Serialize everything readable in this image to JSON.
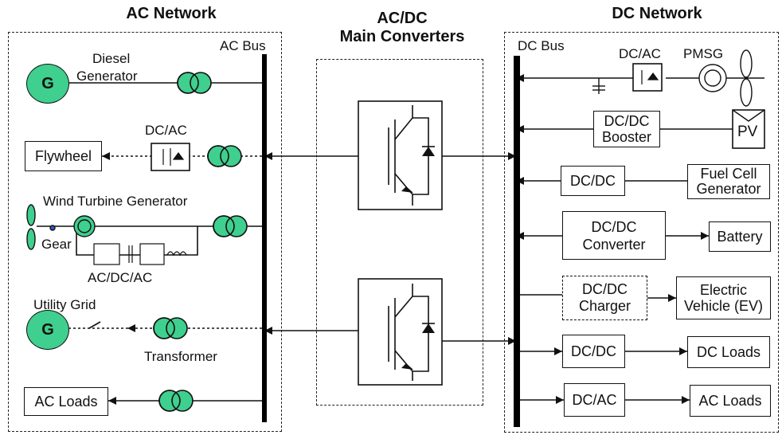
{
  "headers": {
    "ac_network": "AC Network",
    "converters_line1": "AC/DC",
    "converters_line2": "Main Converters",
    "dc_network": "DC Network"
  },
  "ac": {
    "bus_label": "AC Bus",
    "diesel_line1": "Diesel",
    "diesel_line2": "Generator",
    "gen_symbol": "G",
    "dcac_label": "DC/AC",
    "flywheel": "Flywheel",
    "wind_label": "Wind Turbine Generator",
    "gear_label": "Gear",
    "acdcac_label": "AC/DC/AC",
    "utility_label": "Utility Grid",
    "transformer_label": "Transformer",
    "ac_loads": "AC Loads"
  },
  "dc": {
    "bus_label": "DC Bus",
    "dcac_label": "DC/AC",
    "pmsg_label": "PMSG",
    "booster_line1": "DC/DC",
    "booster_line2": "Booster",
    "pv": "PV",
    "dcdc1": "DC/DC",
    "fuel_line1": "Fuel Cell",
    "fuel_line2": "Generator",
    "conv_line1": "DC/DC",
    "conv_line2": "Converter",
    "battery": "Battery",
    "charger_line1": "DC/DC",
    "charger_line2": "Charger",
    "ev_line1": "Electric",
    "ev_line2": "Vehicle (EV)",
    "dcdc2": "DC/DC",
    "dc_loads": "DC Loads",
    "dcac2": "DC/AC",
    "ac_loads": "AC Loads"
  },
  "colors": {
    "generator_fill": "#3fcf8e",
    "line": "#111111"
  }
}
